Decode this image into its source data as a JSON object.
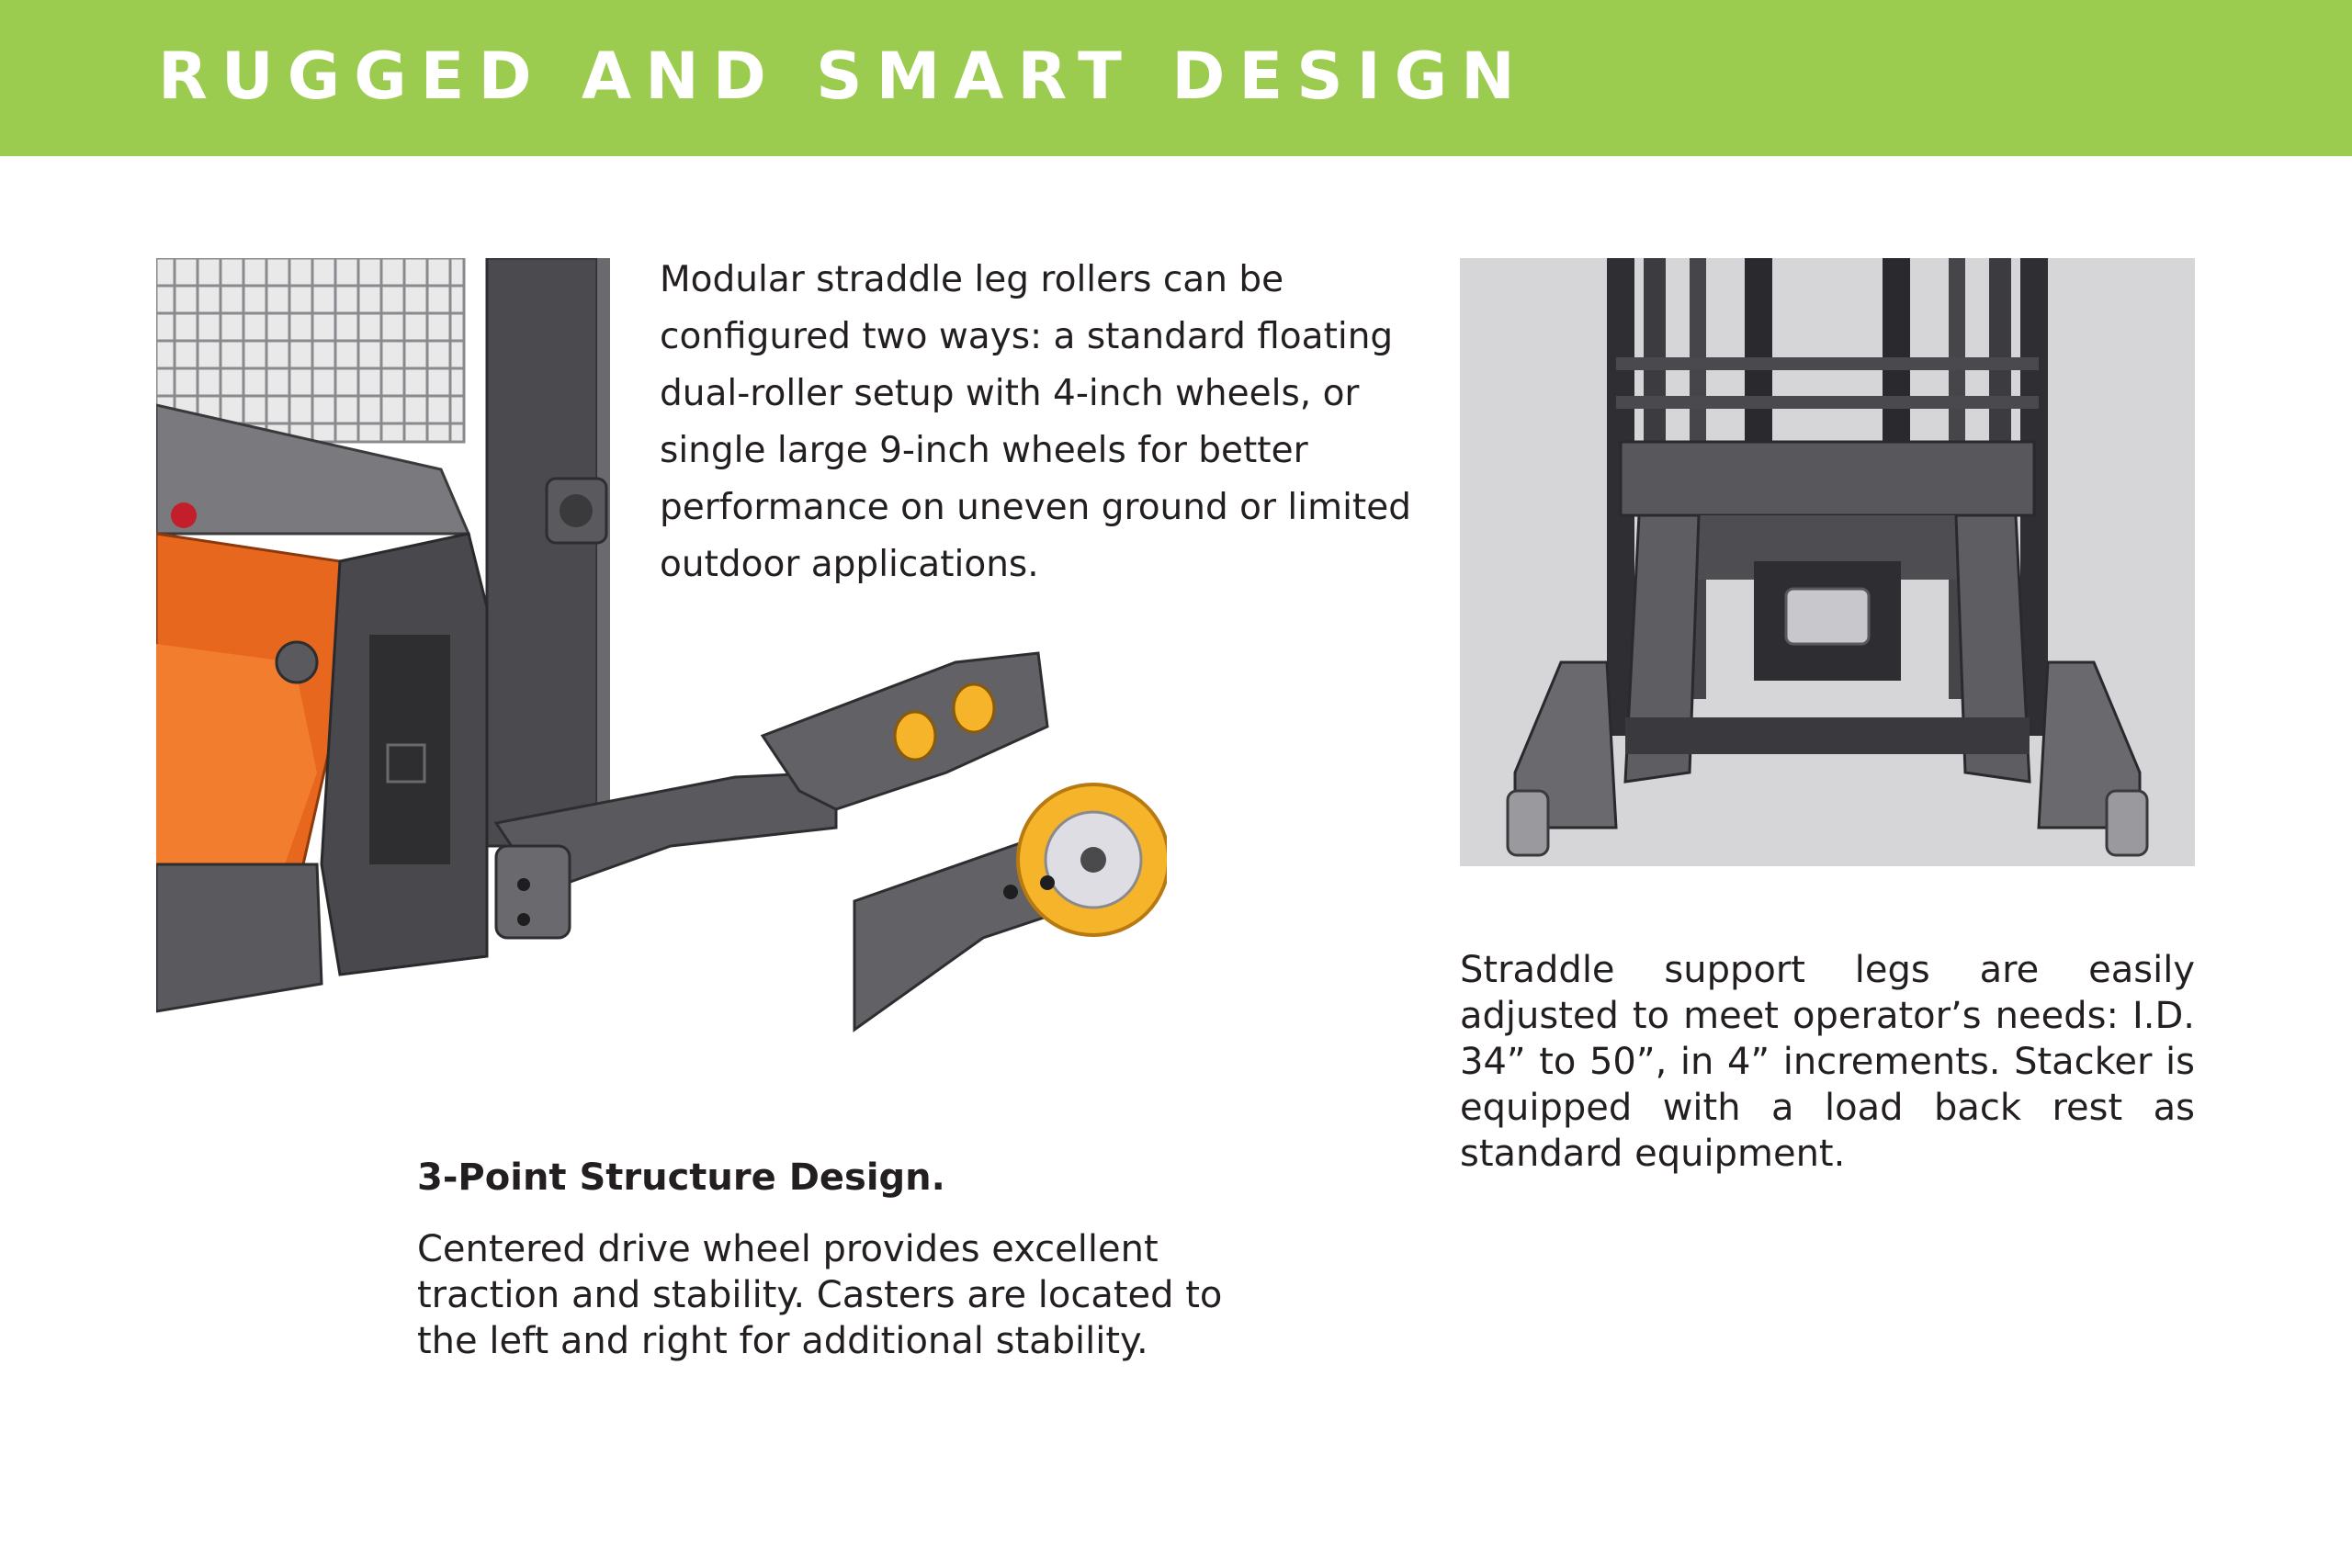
{
  "header": {
    "title": "RUGGED AND SMART DESIGN",
    "background_color": "#9bcb4f"
  },
  "left_illustration": {
    "description_icon": "stacker-straddle-leg-roller-illustration-icon"
  },
  "modular_rollers": {
    "text": "Modular straddle leg rollers can be configured two ways: a standard floating dual-roller setup with 4-inch wheels, or single large 9-inch wheels for better performance on uneven ground or limited outdoor applications."
  },
  "right_photo": {
    "description_icon": "stacker-mast-front-view-photo-icon"
  },
  "straddle_legs": {
    "text": "Straddle support legs are easily adjusted to meet operator’s needs: I.D. 34” to 50”, in 4” increments. Stacker is equipped with a load back rest as standard equipment."
  },
  "three_point": {
    "heading": "3-Point Structure Design.",
    "text": "Centered drive wheel provides excellent traction and stability. Casters are located to the left and right for additional stability."
  },
  "colors": {
    "orange": "#e8671e",
    "dark_gray": "#4a4a4c",
    "roller_yellow": "#f6b42a",
    "photo_bg": "#d6d6d8"
  }
}
